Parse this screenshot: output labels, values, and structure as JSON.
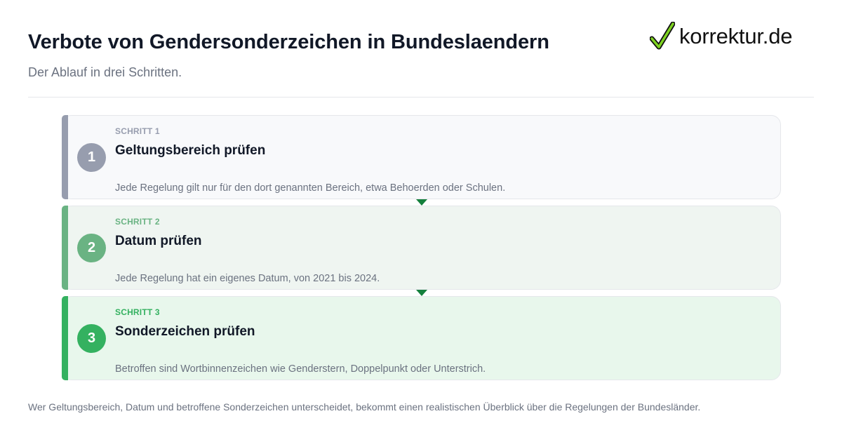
{
  "header": {
    "title": "Verbote von Gendersonderzeichen in Bundeslaendern",
    "subtitle": "Der Ablauf in drei Schritten."
  },
  "logo": {
    "icon": "checkmark-icon",
    "text": "korrektur.de",
    "check_color": "#7ed321"
  },
  "steps": [
    {
      "number": "1",
      "label": "SCHRITT 1",
      "title": "Geltungsbereich prüfen",
      "description": "Jede Regelung gilt nur für den dort genannten Bereich, etwa Behoerden oder Schulen.",
      "accent": "#979dae"
    },
    {
      "number": "2",
      "label": "SCHRITT 2",
      "title": "Datum prüfen",
      "description": "Jede Regelung hat ein eigenes Datum, von 2021 bis 2024.",
      "accent": "#6ab383"
    },
    {
      "number": "3",
      "label": "SCHRITT 3",
      "title": "Sonderzeichen prüfen",
      "description": "Betroffen sind Wortbinnenzeichen wie Genderstern, Doppelpunkt oder Unterstrich.",
      "accent": "#34b160"
    }
  ],
  "connector_color": "#15803d",
  "footer": {
    "text": "Wer Geltungsbereich, Datum und betroffene Sonderzeichen unterscheidet, bekommt einen realistischen Überblick über die Regelungen der Bundesländer."
  }
}
